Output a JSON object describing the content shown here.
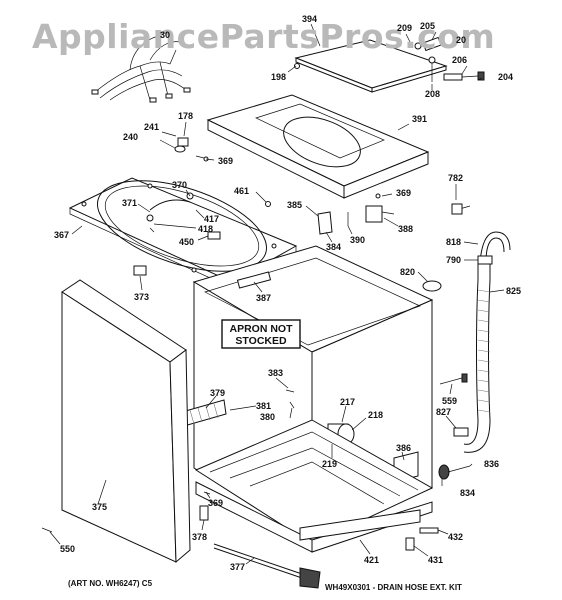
{
  "watermark": "AppliancePartsPros.com",
  "apron_note": [
    "APRON NOT",
    "STOCKED"
  ],
  "footer_left": "(ART NO. WH6247) C5",
  "footer_right": "WH49X0301 - DRAIN HOSE EXT. KIT",
  "callout_truncated": "30",
  "callouts": [
    "394",
    "209",
    "205",
    "20",
    "198",
    "206",
    "204",
    "208",
    "178",
    "241",
    "240",
    "391",
    "369",
    "370",
    "461",
    "369",
    "782",
    "371",
    "417",
    "385",
    "418",
    "388",
    "367",
    "384",
    "390",
    "450",
    "818",
    "790",
    "820",
    "373",
    "387",
    "825",
    "383",
    "559",
    "379",
    "381",
    "380",
    "217",
    "218",
    "827",
    "386",
    "836",
    "219",
    "834",
    "369",
    "375",
    "378",
    "432",
    "421",
    "431",
    "377",
    "550"
  ]
}
